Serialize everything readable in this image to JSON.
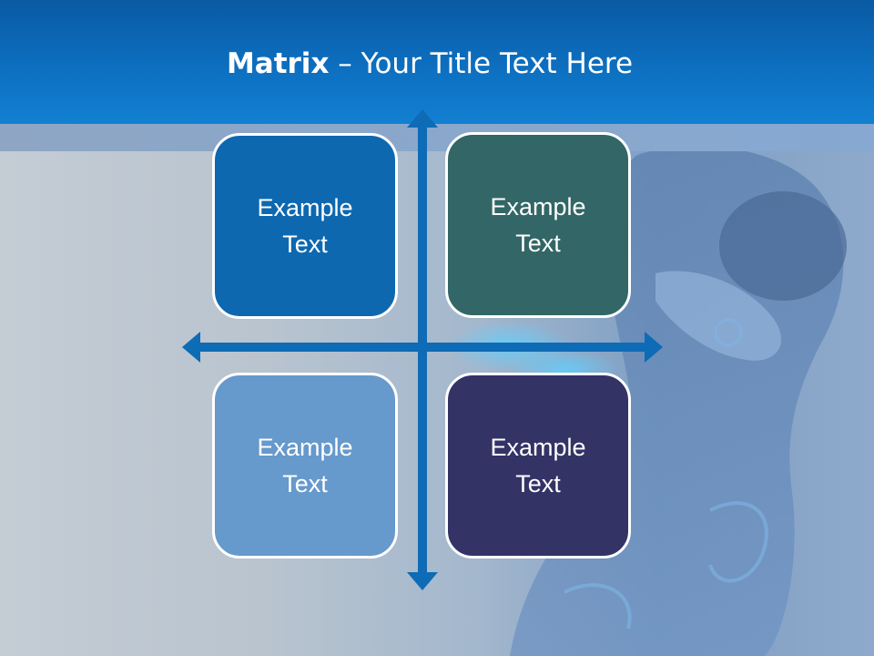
{
  "title": {
    "bold": "Matrix",
    "rest": " – Your Title Text Here"
  },
  "quadrants": [
    {
      "label": "Example Text",
      "color": "#0d68b0"
    },
    {
      "label": "Example Text",
      "color": "#336666"
    },
    {
      "label": "Example Text",
      "color": "#6699cc"
    },
    {
      "label": "Example Text",
      "color": "#333366"
    }
  ],
  "colors": {
    "header": "#0d6fc0",
    "axis": "#0e6bb5",
    "box_border": "#ffffff"
  }
}
